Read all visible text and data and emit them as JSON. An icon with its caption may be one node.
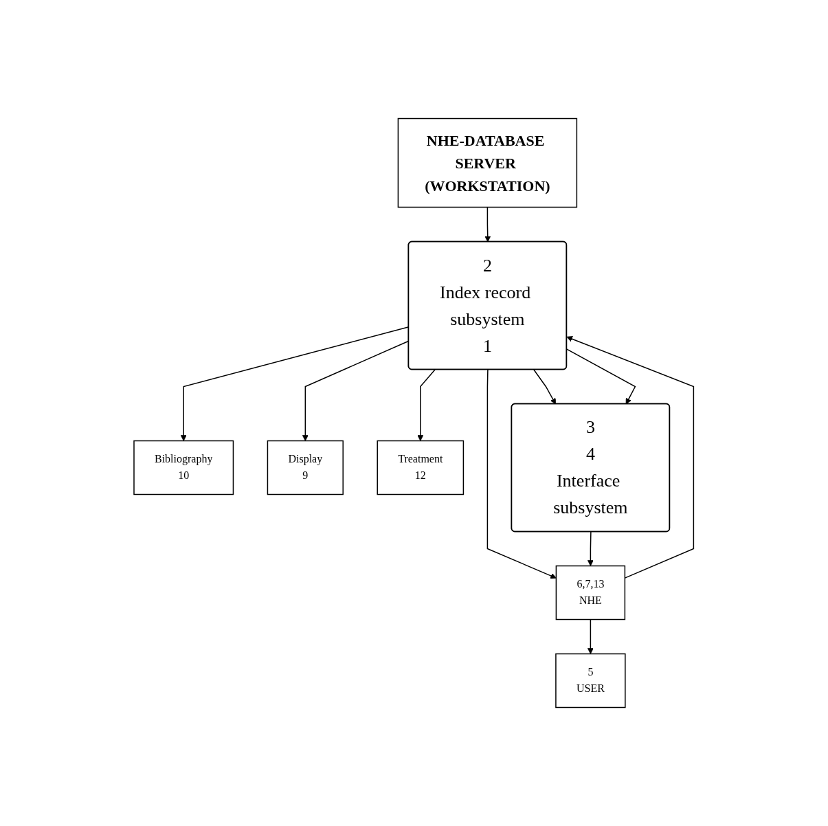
{
  "diagram": {
    "nodes": [
      {
        "text": [
          "NHE-DATABASE SERVER (WORKSTATION)"
        ]
      },
      {
        "text": [
          "2",
          "Index record subsystem",
          "1"
        ]
      },
      {
        "text": [
          "Bibliography",
          "10"
        ]
      },
      {
        "text": [
          "Display",
          "9"
        ]
      },
      {
        "text": [
          "Treatment",
          "12"
        ]
      },
      {
        "text": [
          "3",
          "4",
          "Interface subsystem"
        ]
      },
      {
        "text": [
          "6,7,13",
          "NHE"
        ]
      },
      {
        "text": [
          "5",
          "USER"
        ]
      }
    ],
    "edges": [
      {
        "from": 0,
        "to": 1,
        "arrow": "to"
      },
      {
        "from": 1,
        "to": 2,
        "arrow": "to"
      },
      {
        "from": 1,
        "to": 3,
        "arrow": "to"
      },
      {
        "from": 1,
        "to": 4,
        "arrow": "to"
      },
      {
        "from": 6,
        "to": 1,
        "arrow": "to"
      },
      {
        "from": 1,
        "to": 5,
        "arrow": "to"
      },
      {
        "from": 1,
        "to": 5,
        "arrow": "to"
      },
      {
        "from": 1,
        "to": 6,
        "arrow": "to"
      },
      {
        "from": 5,
        "to": 6,
        "arrow": "to"
      },
      {
        "from": 6,
        "to": 7,
        "arrow": "to"
      }
    ]
  }
}
